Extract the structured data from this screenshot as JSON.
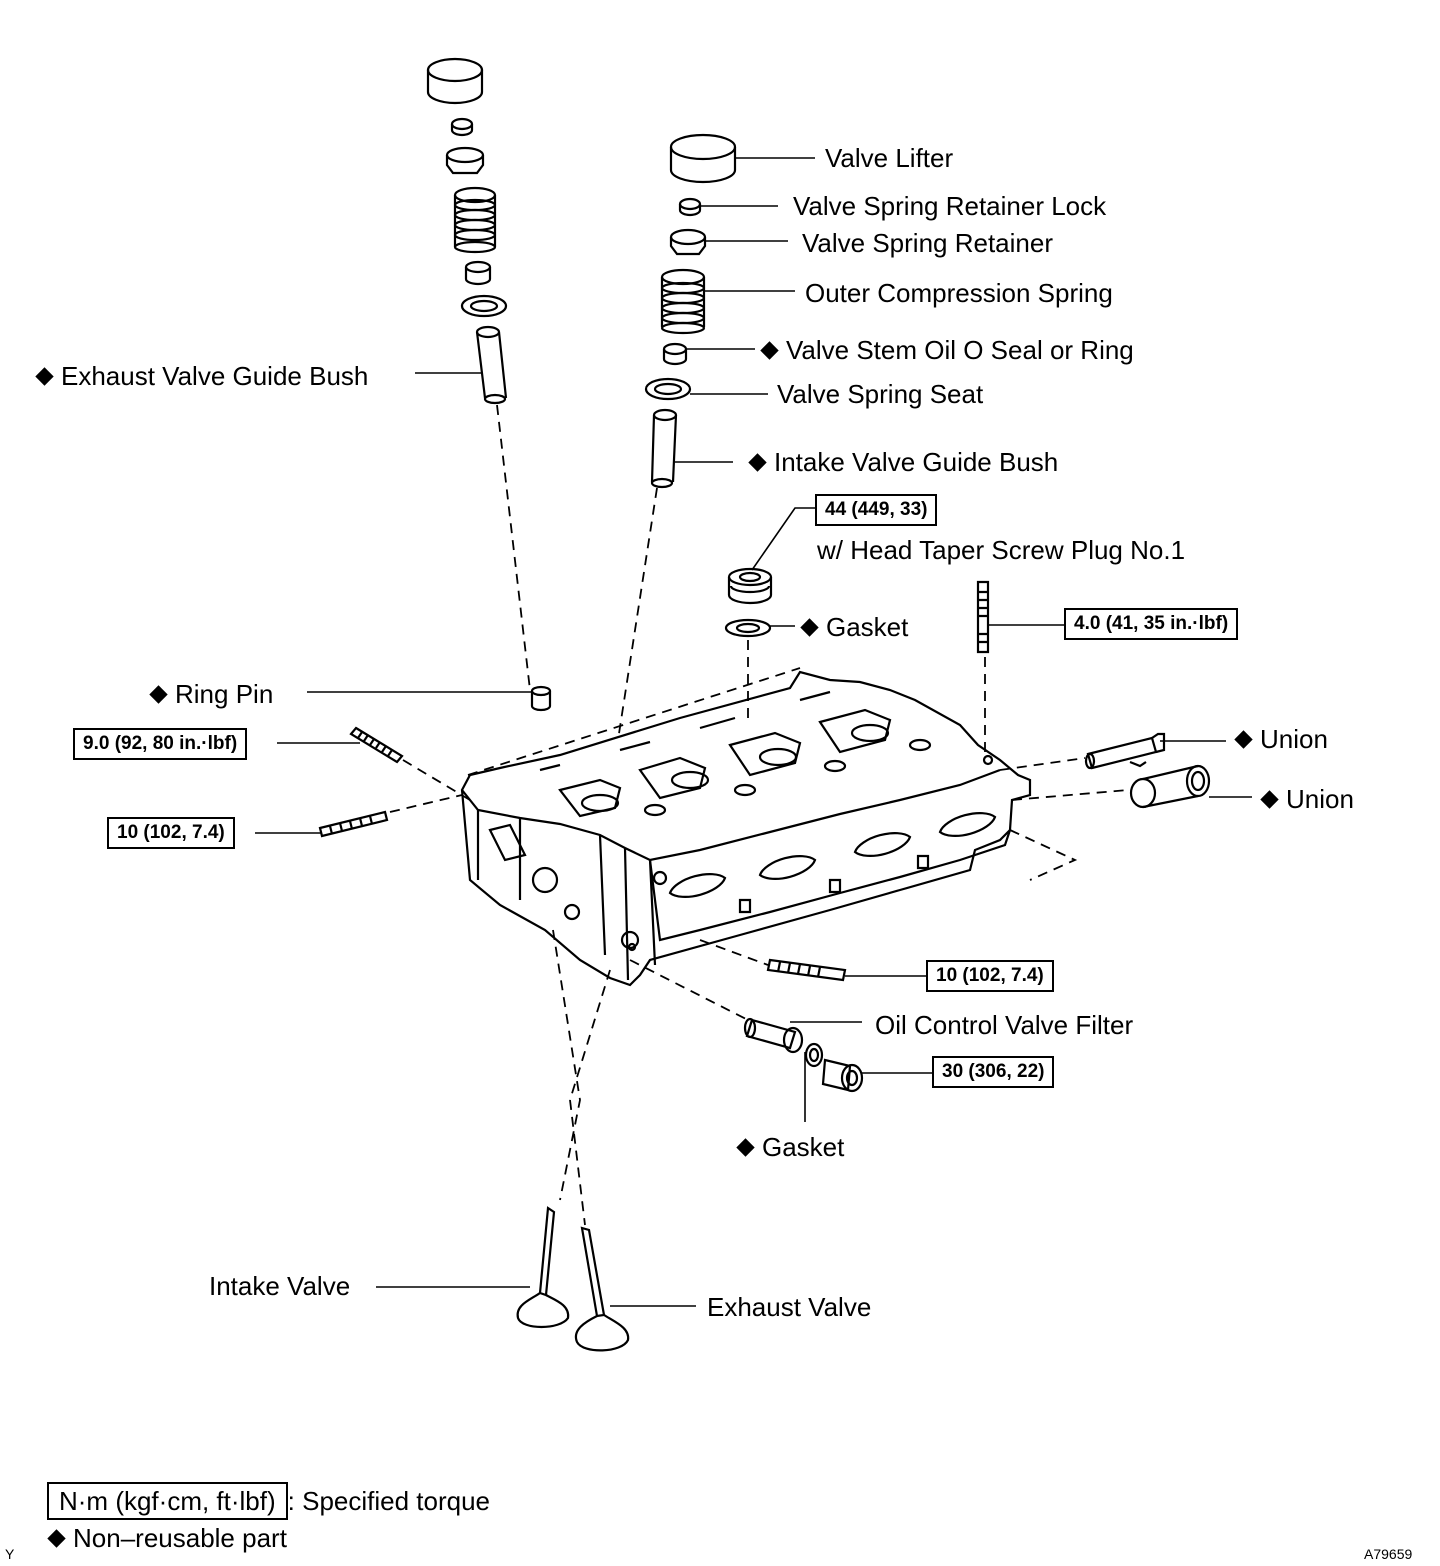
{
  "labels": {
    "valve_lifter": "Valve Lifter",
    "retainer_lock": "Valve Spring Retainer Lock",
    "spring_retainer": "Valve Spring Retainer",
    "outer_spring": "Outer Compression Spring",
    "stem_oil_seal": "Valve Stem Oil O Seal or Ring",
    "spring_seat": "Valve Spring Seat",
    "intake_guide_bush": "Intake Valve Guide Bush",
    "exhaust_guide_bush": "Exhaust Valve Guide Bush",
    "taper_plug": "w/ Head Taper Screw Plug No.1",
    "gasket_top": "Gasket",
    "ring_pin": "Ring Pin",
    "union_1": "Union",
    "union_2": "Union",
    "oil_filter": "Oil Control Valve Filter",
    "gasket_bottom": "Gasket",
    "intake_valve": "Intake Valve",
    "exhaust_valve": "Exhaust Valve"
  },
  "torques": {
    "plug": "44 (449, 33)",
    "stud_right": "4.0 (41, 35 in.·lbf)",
    "stud_left_top": "9.0 (92, 80 in.·lbf)",
    "stud_left_bottom": "10 (102, 7.4)",
    "stud_front": "10 (102, 7.4)",
    "filter_plug": "30 (306, 22)"
  },
  "legend": {
    "torque_unit": "N·m (kgf·cm, ft·lbf)",
    "torque_desc": ": Specified torque",
    "nonreusable": "Non–reusable part"
  },
  "corner": {
    "left": "Y",
    "right": "A79659"
  }
}
